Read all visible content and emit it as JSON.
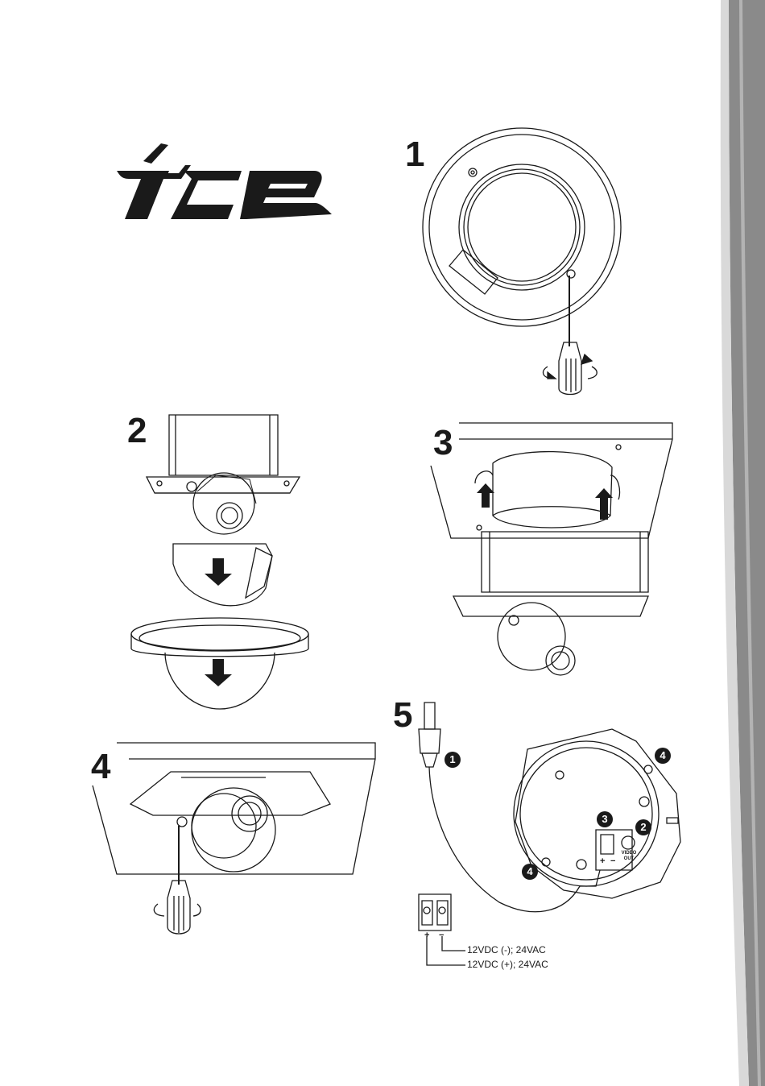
{
  "brand": {
    "logo_text": "ice"
  },
  "steps": [
    {
      "number": "1"
    },
    {
      "number": "2"
    },
    {
      "number": "3"
    },
    {
      "number": "4"
    },
    {
      "number": "5"
    }
  ],
  "wiring": {
    "callouts": [
      "1",
      "2",
      "3",
      "4",
      "4"
    ],
    "terminal_plus": "+",
    "terminal_minus": "−",
    "board_plus": "+",
    "board_minus": "−",
    "video_out": "VIDEO OUT",
    "label_minus": "12VDC (-); 24VAC",
    "label_plus": "12VDC (+); 24VAC"
  },
  "colors": {
    "ink": "#1a1a1a",
    "side_band": "#8a8a8a",
    "side_band_light": "#d9d9d9"
  }
}
